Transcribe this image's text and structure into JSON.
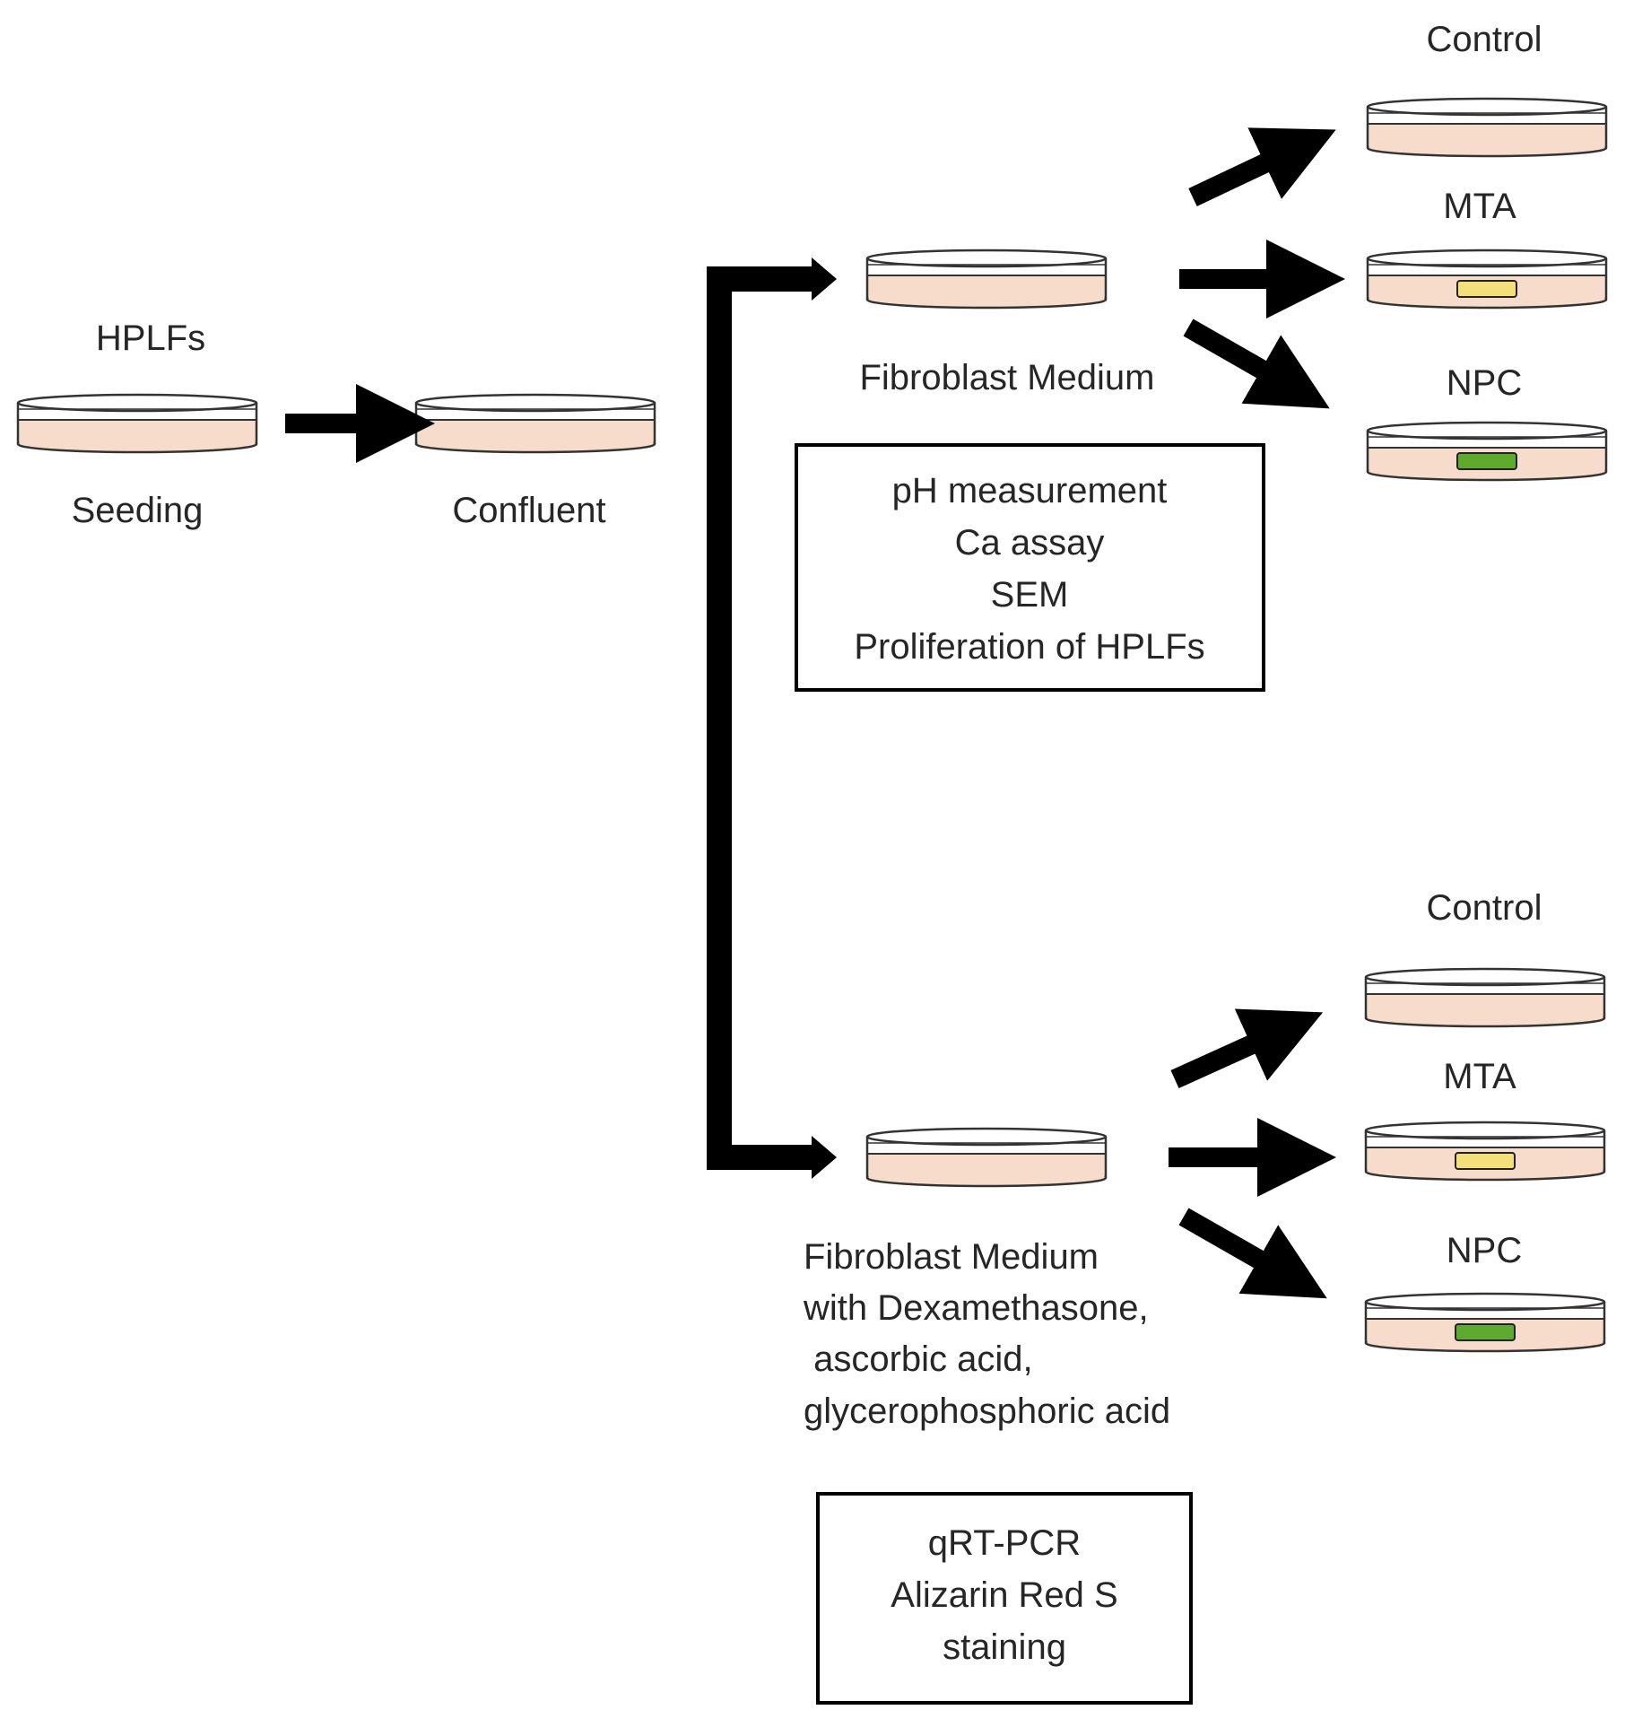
{
  "colors": {
    "medium": "#f7dccb",
    "mta_material": "#f3e07a",
    "npc_material": "#5daa2e",
    "ink": "#000000"
  },
  "labels": {
    "hplfs": "HPLFs",
    "seeding": "Seeding",
    "confluent": "Confluent",
    "top_medium": "Fibroblast Medium",
    "bottom_medium": [
      "Fibroblast Medium",
      "with Dexamethasone,",
      " ascorbic acid,",
      "glycerophosphoric acid"
    ],
    "top_groups": [
      "Control",
      "MTA",
      "NPC"
    ],
    "bottom_groups": [
      "Control",
      "MTA",
      "NPC"
    ]
  },
  "assay_boxes": {
    "top": [
      "pH measurement",
      "Ca assay",
      "SEM",
      "Proliferation of HPLFs"
    ],
    "bottom": [
      "qRT-PCR",
      "Alizarin Red S",
      "staining"
    ]
  },
  "icons": {
    "dish": "petri-dish-icon",
    "arrow": "arrow-right-icon"
  }
}
